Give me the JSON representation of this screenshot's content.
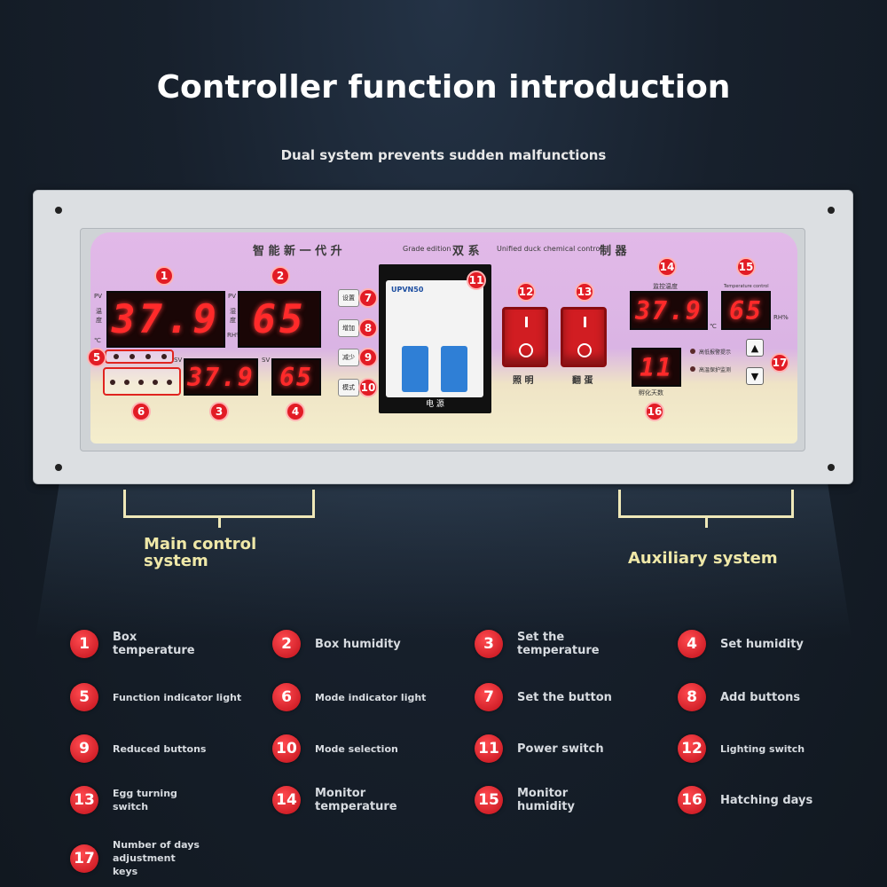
{
  "header": {
    "title": "Controller function introduction",
    "subtitle": "Dual system prevents sudden malfunctions"
  },
  "panel": {
    "heading_cn_1": "智 能 新 一 代 升",
    "heading_small_1": "Grade edition",
    "heading_cn_2": "双 系",
    "heading_small_2": "Unified duck chemical control",
    "heading_cn_3": "制 器",
    "displays": {
      "box_temperature": "37.9",
      "box_humidity": "65",
      "set_temperature": "37.9",
      "set_humidity": "65",
      "monitor_temperature": "37.9",
      "monitor_humidity": "65",
      "hatching_days": "11"
    },
    "labels": {
      "pv": "PV",
      "sv": "SV",
      "temp_cn": "温度",
      "humid_cn": "湿度",
      "celsius": "℃",
      "rh_unit": "RH%",
      "key_set": "设置",
      "key_add": "增加",
      "key_reduce": "减少",
      "key_mode": "模式",
      "power": "电 源",
      "lighting": "照 明",
      "egg_turning": "翻 蛋",
      "monitor_temp_cn": "监控温度",
      "hatch_days_cn": "孵化天数",
      "aux_ind_1": "高低报警提示",
      "aux_ind_2": "高温保护监测",
      "monitor_humid_small": "Temperature control",
      "breaker_brand": "UPVN50",
      "up_arrow": "▲",
      "down_arrow": "▼"
    },
    "badges": [
      "1",
      "2",
      "3",
      "4",
      "5",
      "6",
      "7",
      "8",
      "9",
      "10",
      "11",
      "12",
      "13",
      "14",
      "15",
      "16",
      "17"
    ]
  },
  "systems": {
    "main": "Main control system",
    "auxiliary": "Auxiliary system"
  },
  "legend": [
    {
      "num": "1",
      "text": "Box temperature"
    },
    {
      "num": "2",
      "text": "Box humidity"
    },
    {
      "num": "3",
      "text": "Set the temperature"
    },
    {
      "num": "4",
      "text": "Set humidity"
    },
    {
      "num": "5",
      "text": "Function indicator light"
    },
    {
      "num": "6",
      "text": "Mode indicator light"
    },
    {
      "num": "7",
      "text": "Set the button"
    },
    {
      "num": "8",
      "text": "Add buttons"
    },
    {
      "num": "9",
      "text": "Reduced buttons"
    },
    {
      "num": "10",
      "text": "Mode selection"
    },
    {
      "num": "11",
      "text": "Power switch"
    },
    {
      "num": "12",
      "text": "Lighting switch"
    },
    {
      "num": "13",
      "text": "Egg turning switch"
    },
    {
      "num": "14",
      "text": "Monitor temperature"
    },
    {
      "num": "15",
      "text": "Monitor humidity"
    },
    {
      "num": "16",
      "text": "Hatching days"
    },
    {
      "num": "17",
      "text": "Number of days adjustment keys"
    }
  ],
  "colors": {
    "badge_red": "#e21c25",
    "lcd_red": "#ff2a2a",
    "face_pink": "#dab4e4",
    "face_cream": "#f4eecd",
    "system_label": "#efe8a8"
  }
}
